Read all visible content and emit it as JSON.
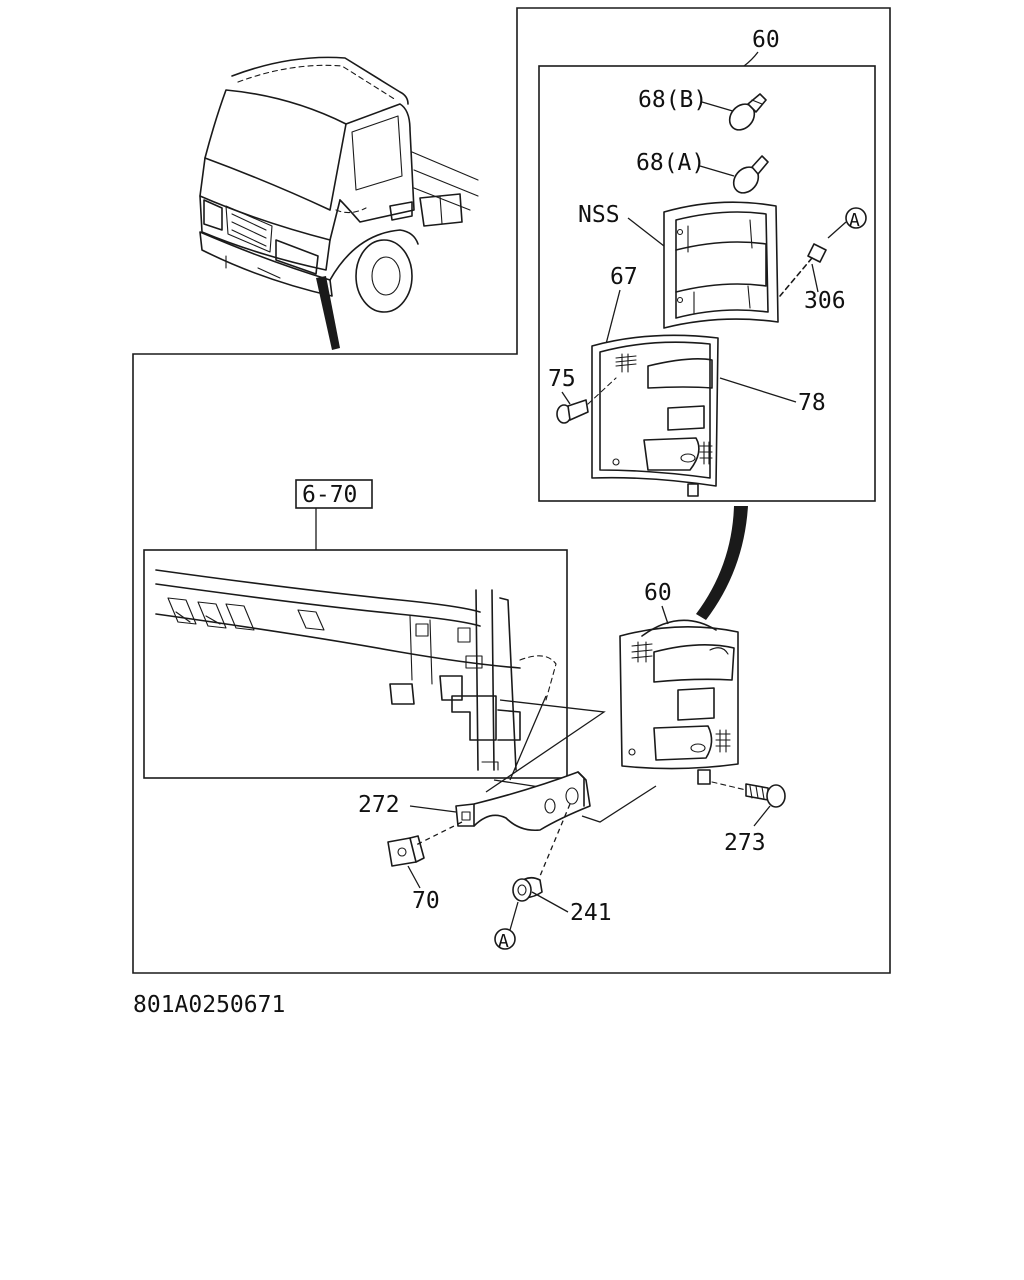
{
  "diagram": {
    "drawing_number": "801A0250671",
    "reference_box": "6-70",
    "labels": {
      "top_assembly": "60",
      "bulb_b": "68(B)",
      "bulb_a": "68(A)",
      "nss": "NSS",
      "ref_a_top": "A",
      "lens_67": "67",
      "screw_306": "306",
      "screw_75": "75",
      "lens_78": "78",
      "lamp_assembly": "60",
      "bracket_272": "272",
      "bolt_273": "273",
      "nut_70": "70",
      "grommet_241": "241",
      "ref_a_bottom": "A"
    }
  }
}
